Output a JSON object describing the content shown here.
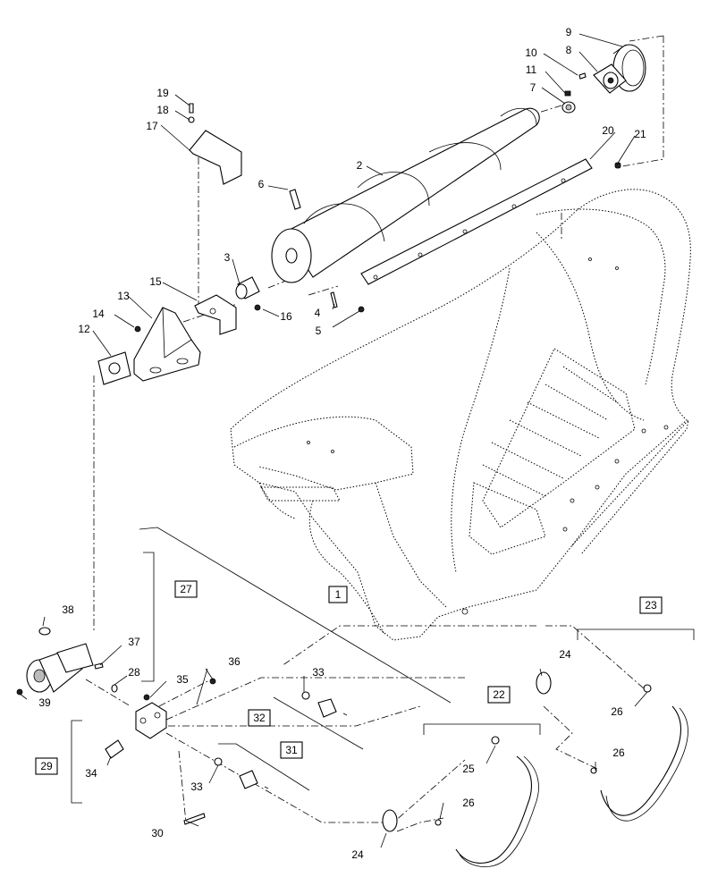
{
  "callouts": [
    {
      "id": "c1",
      "label": "1",
      "boxed": true
    },
    {
      "id": "c2",
      "label": "2",
      "boxed": false
    },
    {
      "id": "c3",
      "label": "3",
      "boxed": false
    },
    {
      "id": "c4",
      "label": "4",
      "boxed": false
    },
    {
      "id": "c5",
      "label": "5",
      "boxed": false
    },
    {
      "id": "c6",
      "label": "6",
      "boxed": false
    },
    {
      "id": "c7",
      "label": "7",
      "boxed": false
    },
    {
      "id": "c8",
      "label": "8",
      "boxed": false
    },
    {
      "id": "c9",
      "label": "9",
      "boxed": false
    },
    {
      "id": "c10",
      "label": "10",
      "boxed": false
    },
    {
      "id": "c11",
      "label": "11",
      "boxed": false
    },
    {
      "id": "c12",
      "label": "12",
      "boxed": false
    },
    {
      "id": "c13",
      "label": "13",
      "boxed": false
    },
    {
      "id": "c14",
      "label": "14",
      "boxed": false
    },
    {
      "id": "c15",
      "label": "15",
      "boxed": false
    },
    {
      "id": "c16",
      "label": "16",
      "boxed": false
    },
    {
      "id": "c17",
      "label": "17",
      "boxed": false
    },
    {
      "id": "c18",
      "label": "18",
      "boxed": false
    },
    {
      "id": "c19",
      "label": "19",
      "boxed": false
    },
    {
      "id": "c20",
      "label": "20",
      "boxed": false
    },
    {
      "id": "c21",
      "label": "21",
      "boxed": false
    },
    {
      "id": "c22",
      "label": "22",
      "boxed": true
    },
    {
      "id": "c23",
      "label": "23",
      "boxed": true
    },
    {
      "id": "c24a",
      "label": "24",
      "boxed": false
    },
    {
      "id": "c24b",
      "label": "24",
      "boxed": false
    },
    {
      "id": "c25",
      "label": "25",
      "boxed": false
    },
    {
      "id": "c26a",
      "label": "26",
      "boxed": false
    },
    {
      "id": "c26b",
      "label": "26",
      "boxed": false
    },
    {
      "id": "c26c",
      "label": "26",
      "boxed": false
    },
    {
      "id": "c27",
      "label": "27",
      "boxed": true
    },
    {
      "id": "c28",
      "label": "28",
      "boxed": false
    },
    {
      "id": "c29",
      "label": "29",
      "boxed": true
    },
    {
      "id": "c30",
      "label": "30",
      "boxed": false
    },
    {
      "id": "c31",
      "label": "31",
      "boxed": true
    },
    {
      "id": "c32",
      "label": "32",
      "boxed": true
    },
    {
      "id": "c33a",
      "label": "33",
      "boxed": false
    },
    {
      "id": "c33b",
      "label": "33",
      "boxed": false
    },
    {
      "id": "c34",
      "label": "34",
      "boxed": false
    },
    {
      "id": "c35",
      "label": "35",
      "boxed": false
    },
    {
      "id": "c36",
      "label": "36",
      "boxed": false
    },
    {
      "id": "c37",
      "label": "37",
      "boxed": false
    },
    {
      "id": "c38",
      "label": "38",
      "boxed": false
    },
    {
      "id": "c39",
      "label": "39",
      "boxed": false
    }
  ]
}
